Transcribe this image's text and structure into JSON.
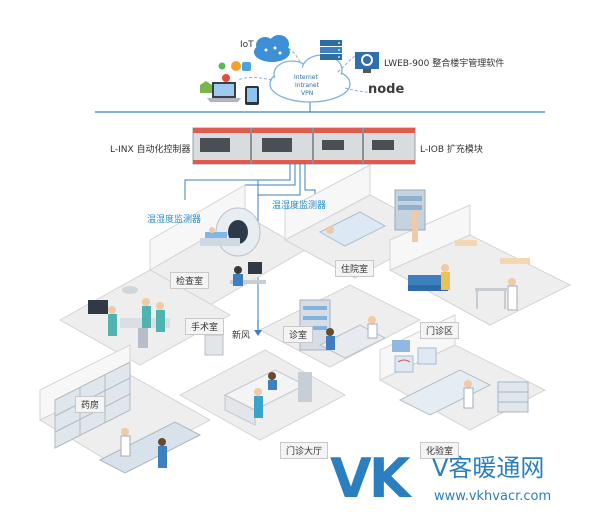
{
  "top": {
    "iot": "IoT",
    "cloud_line1": "Internet",
    "cloud_line2": "Intranet",
    "cloud_line3": "VPN",
    "lweb": "LWEB-900 整合楼宇管理软件",
    "node_logo": "node"
  },
  "controllers": {
    "linx": "L-INX 自动化控制器",
    "liob": "L-IOB 扩充模块"
  },
  "sensors": {
    "left": "温湿度监测器",
    "right": "温湿度监测器"
  },
  "rooms": {
    "exam": "检查室",
    "ward": "住院室",
    "surgery": "手术室",
    "fresh_air": "新风",
    "consult": "诊室",
    "outpatient": "门诊区",
    "pharmacy": "药房",
    "lobby": "门诊大厅",
    "lab": "化验室"
  },
  "watermark": {
    "logo": "VK",
    "brand": "V客暖通网",
    "url": "www.vkhvacr.com"
  },
  "colors": {
    "accent": "#2a8fd0",
    "watermark": "#2a7fc0",
    "floor": "#eeeeee"
  }
}
